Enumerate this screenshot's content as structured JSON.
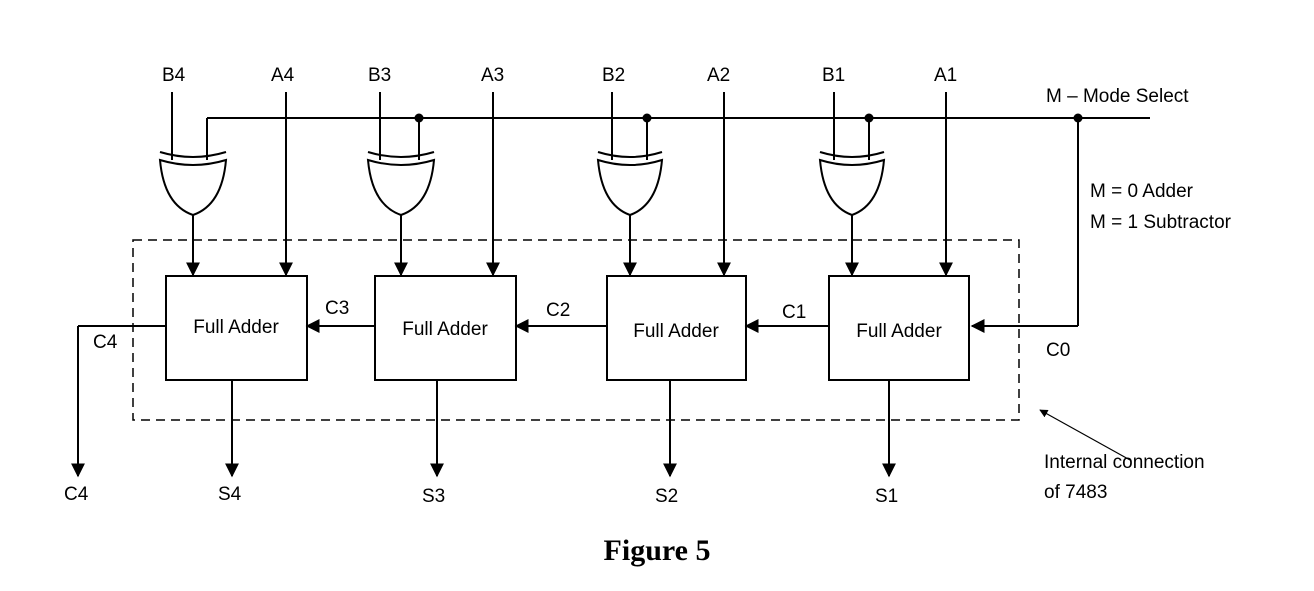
{
  "mode": {
    "title": "M – Mode Select",
    "adder": "M = 0 Adder",
    "subtractor": "M = 1 Subtractor"
  },
  "stages": [
    {
      "b": "B4",
      "a": "A4",
      "block": "Full Adder",
      "sum": "S4"
    },
    {
      "b": "B3",
      "a": "A3",
      "block": "Full Adder",
      "sum": "S3"
    },
    {
      "b": "B2",
      "a": "A2",
      "block": "Full Adder",
      "sum": "S2"
    },
    {
      "b": "B1",
      "a": "A1",
      "block": "Full Adder",
      "sum": "S1"
    }
  ],
  "carries": {
    "c0": "C0",
    "c1": "C1",
    "c2": "C2",
    "c3": "C3",
    "c4": "C4",
    "c4_out": "C4"
  },
  "annotation": {
    "line1": "Internal connection",
    "line2": "of 7483"
  },
  "caption": "Figure 5"
}
